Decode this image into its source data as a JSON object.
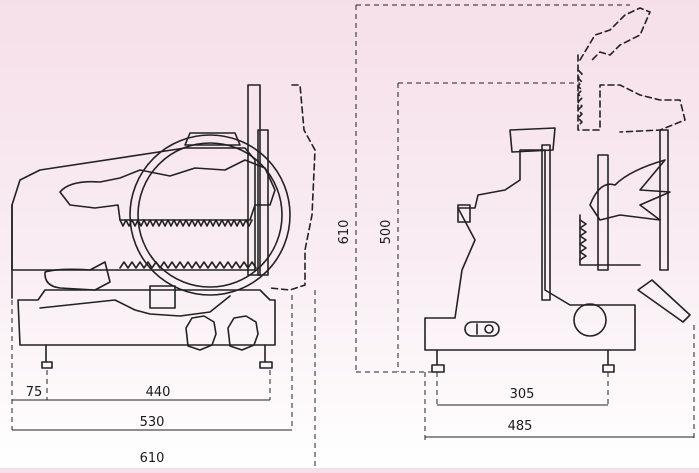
{
  "side_view": {
    "dims": {
      "d75": "75",
      "d440": "440",
      "d530": "530",
      "d610_bottom": "610"
    }
  },
  "front_view": {
    "dims": {
      "d610_height": "610",
      "d500_height": "500",
      "d305": "305",
      "d485": "485"
    }
  },
  "colors": {
    "line": "#222222",
    "background_top": "#f6dfe9",
    "background_bottom": "#ffffff"
  }
}
